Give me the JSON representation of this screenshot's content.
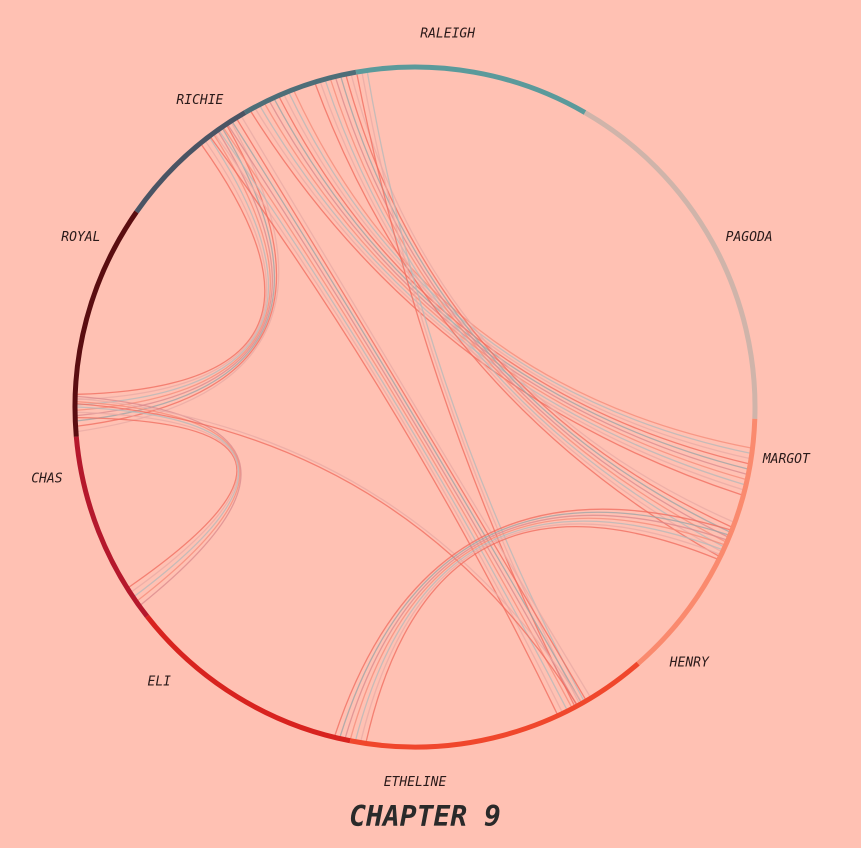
{
  "chart_data": {
    "type": "chord",
    "title": "CHAPTER 9",
    "nodes": [
      {
        "name": "RALEIGH",
        "color": "#5b9a9b"
      },
      {
        "name": "PAGODA",
        "color": "#cfb4aa"
      },
      {
        "name": "MARGOT",
        "color": "#fa8a6e"
      },
      {
        "name": "HENRY",
        "color": "#f0472c"
      },
      {
        "name": "ETHELINE",
        "color": "#d8231f"
      },
      {
        "name": "ELI",
        "color": "#b5182c"
      },
      {
        "name": "CHAS",
        "color": "#5a0d10"
      },
      {
        "name": "ROYAL",
        "color": "#4a5464"
      },
      {
        "name": "RICHIE",
        "color": "#4e6e78"
      }
    ],
    "links": [
      {
        "source": "RICHIE",
        "target": "MARGOT",
        "count": 10
      },
      {
        "source": "RALEIGH",
        "target": "MARGOT",
        "count": 8
      },
      {
        "source": "RALEIGH",
        "target": "HENRY",
        "count": 3
      },
      {
        "source": "ROYAL",
        "target": "CHAS",
        "count": 8
      },
      {
        "source": "ROYAL",
        "target": "HENRY",
        "count": 8
      },
      {
        "source": "CHAS",
        "target": "ELI",
        "count": 5
      },
      {
        "source": "CHAS",
        "target": "HENRY",
        "count": 2
      },
      {
        "source": "ETHELINE",
        "target": "MARGOT",
        "count": 7
      }
    ]
  }
}
